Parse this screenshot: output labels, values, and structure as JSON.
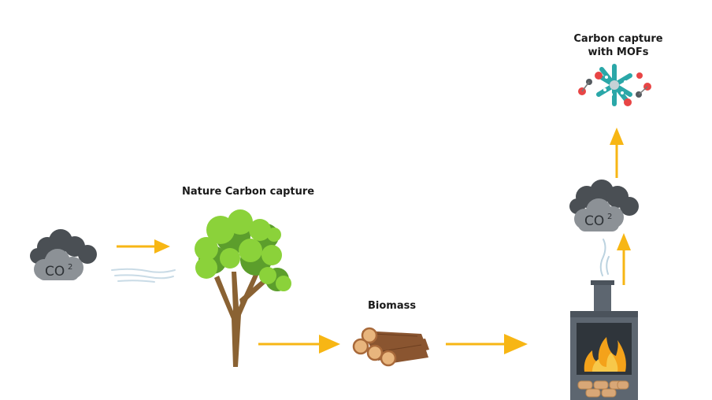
{
  "labels": {
    "nature": "Nature Carbon capture",
    "biomass": "Biomass",
    "mofs_line1": "Carbon capture",
    "mofs_line2": "with MOFs"
  },
  "co2": {
    "base": "CO",
    "sup": "2"
  },
  "colors": {
    "arrow": "#f7b614",
    "cloud_dark": "#4a4f54",
    "cloud_light": "#8c9196",
    "leaf_light": "#8bd23a",
    "leaf_dark": "#5c9e2c",
    "trunk": "#8a6233",
    "log": "#a8693a",
    "stove": "#5d6670",
    "fire": "#f4a21a",
    "mof_teal": "#2aa7a8",
    "mof_red": "#e84545"
  },
  "icons": [
    "co2-cloud-icon",
    "wind-icon",
    "tree-icon",
    "logs-icon",
    "stove-icon",
    "smoke-icon",
    "mof-molecule-icon"
  ]
}
